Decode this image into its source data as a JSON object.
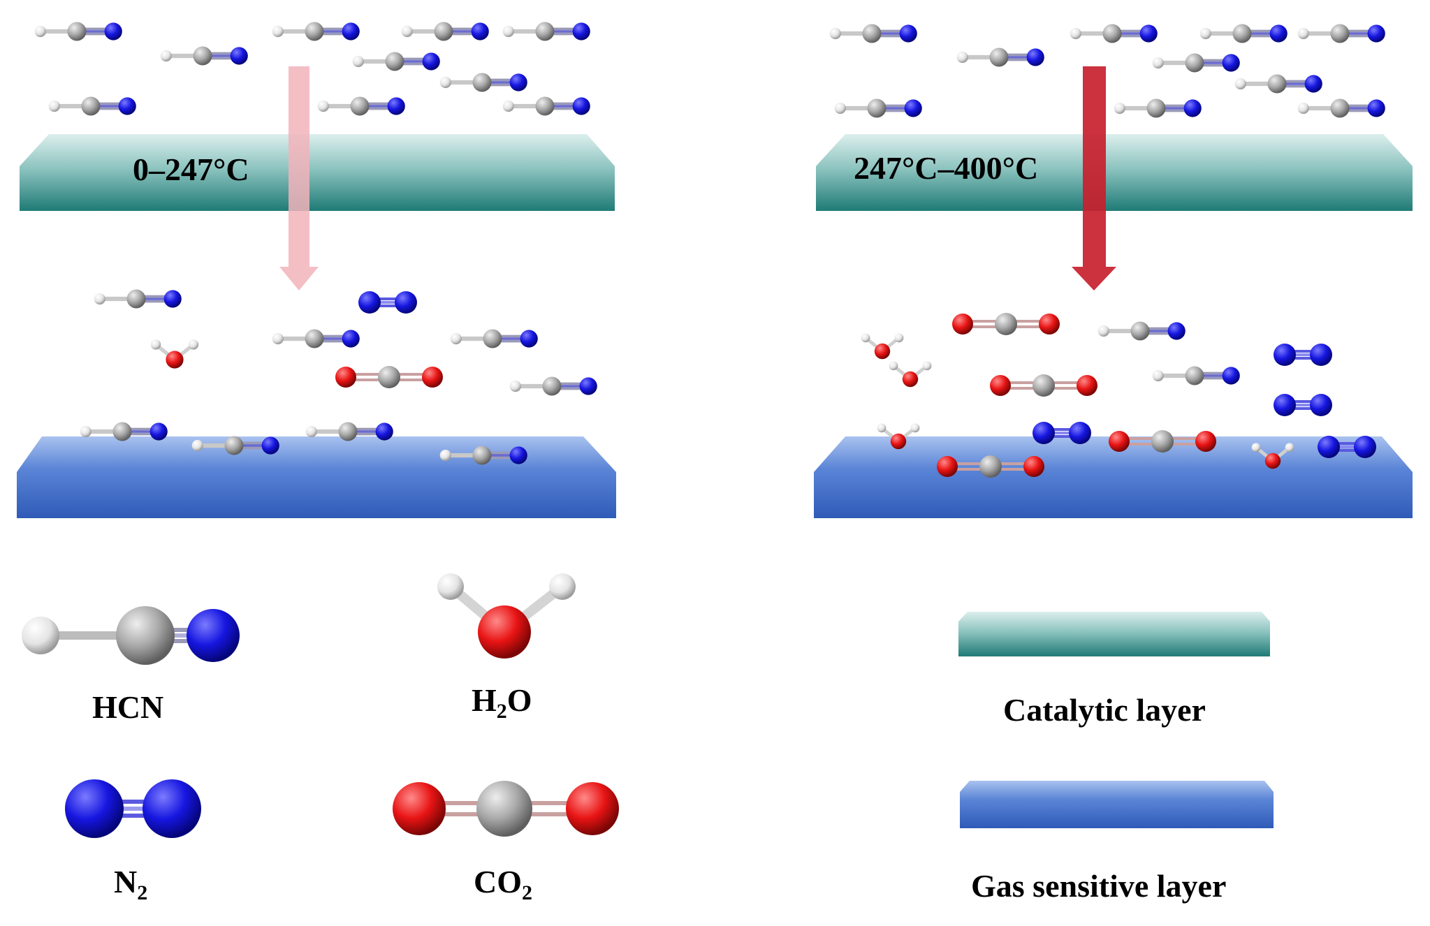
{
  "panels": {
    "left": {
      "temperature_label": "0–247°C",
      "arrow_color": "#f2b3bb"
    },
    "right": {
      "temperature_label": "247°C–400°C",
      "arrow_color": "#c8202e"
    }
  },
  "legend": {
    "hcn": "HCN",
    "h2o": {
      "main": "H",
      "sub": "2",
      "tail": "O"
    },
    "n2": {
      "main": "N",
      "sub": "2"
    },
    "co2": {
      "main": "CO",
      "sub": "2"
    },
    "catalytic_layer": "Catalytic layer",
    "gas_sensitive_layer": "Gas sensitive layer"
  },
  "colors": {
    "hydrogen": "#f2f2f2",
    "carbon": "#a9a9a9",
    "nitrogen": "#1a1ae0",
    "oxygen": "#e51a1a",
    "catalytic_layer": "#2f8f8a",
    "gas_sensitive_layer": "#3d69c4"
  }
}
